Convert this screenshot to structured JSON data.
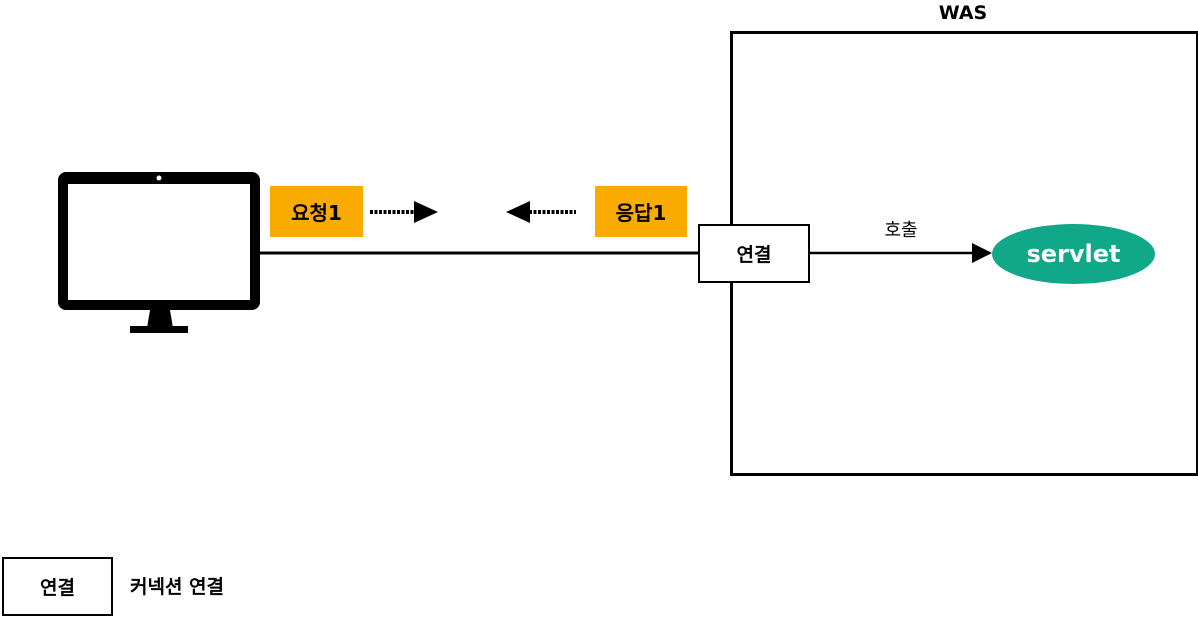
{
  "was": {
    "title": "WAS"
  },
  "request_tag": {
    "label": "요청1"
  },
  "response_tag": {
    "label": "응답1"
  },
  "connection": {
    "label": "연결"
  },
  "call": {
    "label": "호출"
  },
  "servlet": {
    "label": "servlet"
  },
  "legend": {
    "box_label": "연결",
    "description": "커넥션 연결"
  },
  "colors": {
    "tag": "#f9ab00",
    "servlet": "#10a889",
    "stroke": "#000000"
  },
  "icons": {
    "client": "monitor-icon"
  }
}
